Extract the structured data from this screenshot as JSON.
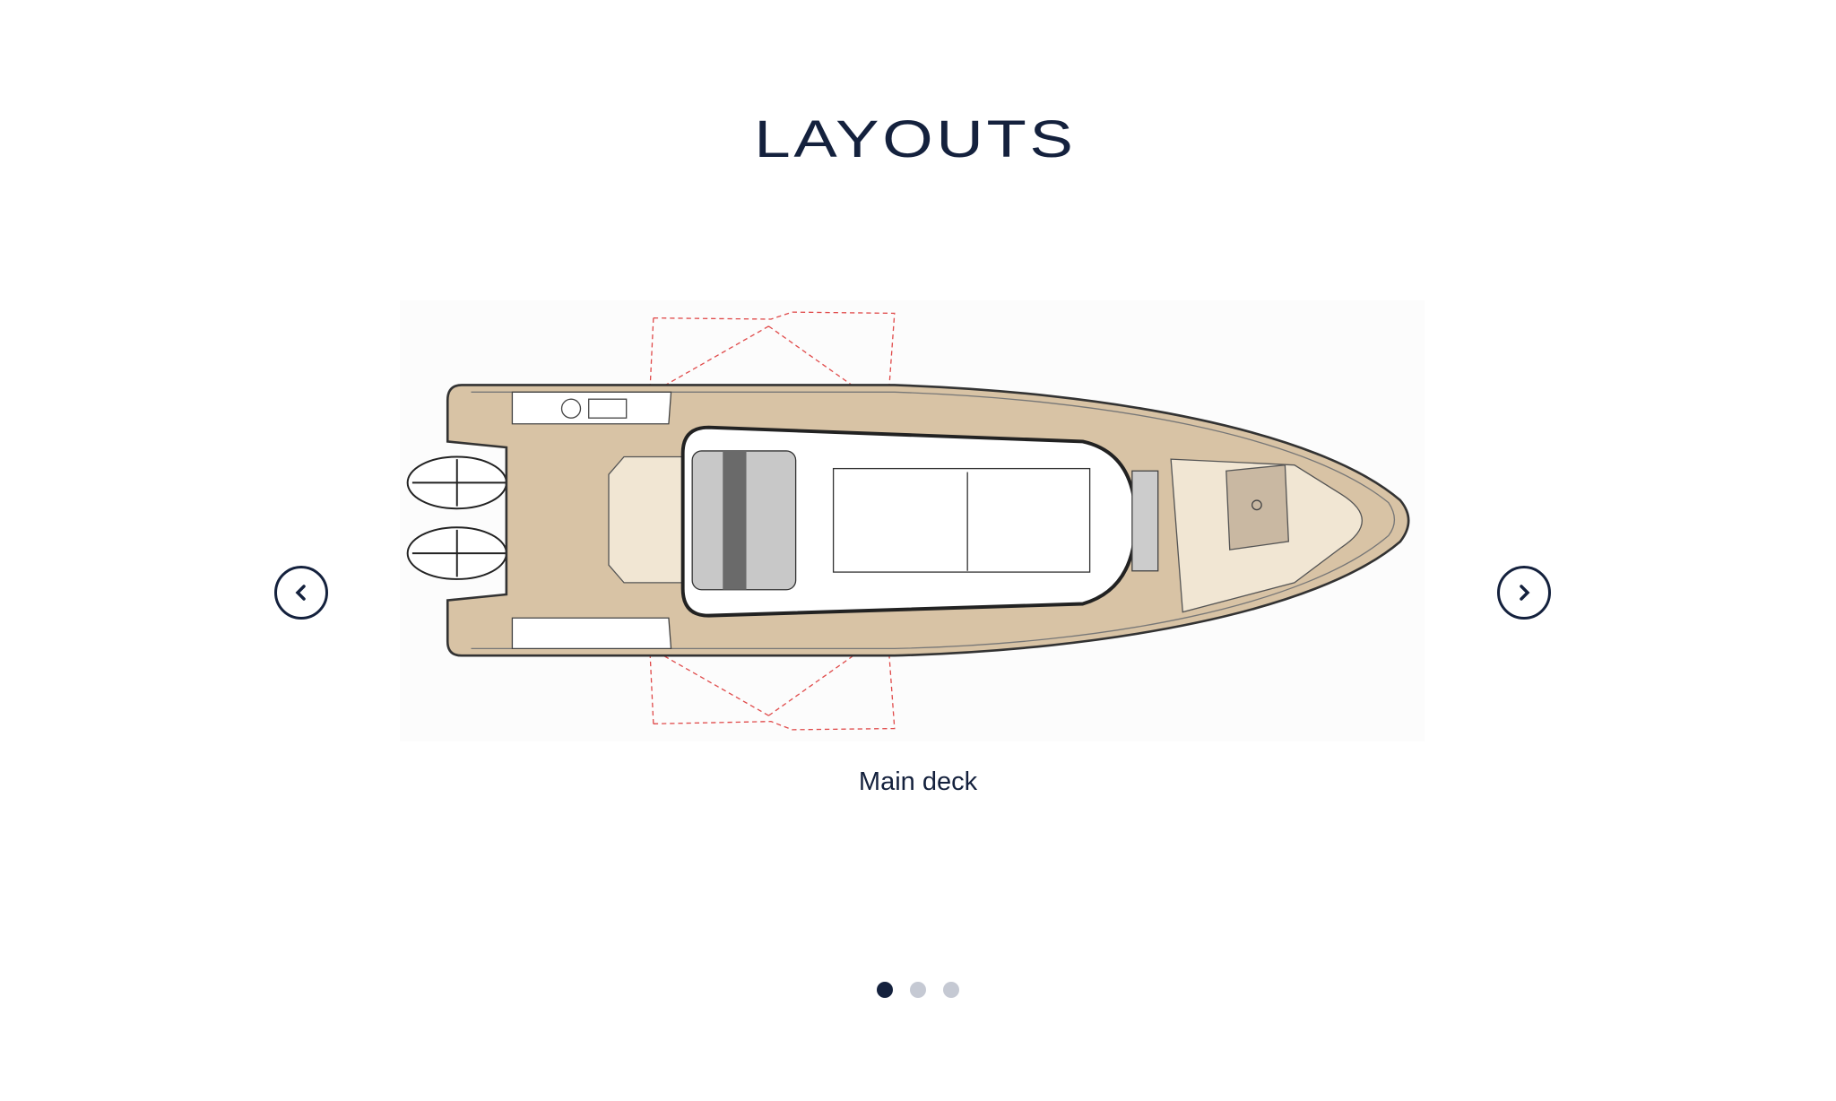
{
  "section": {
    "title": "LAYOUTS"
  },
  "carousel": {
    "slides": [
      {
        "caption": "Main deck",
        "image": "boat-main-deck-layout"
      }
    ],
    "current_index": 1,
    "total_slides": 3,
    "prev_icon": "chevron-left-icon",
    "next_icon": "chevron-right-icon"
  },
  "colors": {
    "accent": "#14213d",
    "dot_inactive": "#c5c9d3",
    "deck_wood": "#d8c3a5",
    "door_swing": "#e04b4b"
  }
}
